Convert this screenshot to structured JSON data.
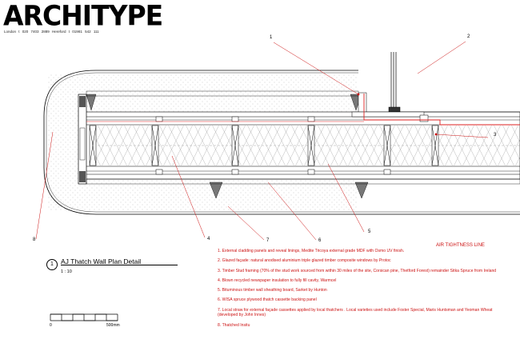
{
  "header": {
    "logo_text": "ARCHITYPE",
    "contact_line": "London  t  020 7403 2889     Hereford  t  01981 542 111"
  },
  "callouts": {
    "c1": "1",
    "c2": "2",
    "c3": "3",
    "c4": "4",
    "c5": "5",
    "c6": "6",
    "c7": "7",
    "c8": "8"
  },
  "air_tightness_label": "AIR TIGHTNESS LINE",
  "title_block": {
    "number": "1",
    "title": "AJ Thatch Wall Plan Detail",
    "scale": "1 : 10"
  },
  "scale_bar": {
    "start": "0",
    "end": "500mm"
  },
  "notes": [
    "1. External cladding panels and reveal linings, Medite Tricoya external grade MDF with Osmo UV finish.",
    "2. Glazed façade: natural anodised aluminium triple glazed timber composite windows by Protoc",
    "3. Timber Stud framing (70% of the stud work sourced from within 30 miles of the site, Corsican pine, Thetford Forest) remainder Sitka Spruce from Ireland",
    "4. Blown recycled newspaper insulation to fully fill cavity, Warmcel",
    "5. Bituminous timber wall sheathing board, Sarket by Hunton",
    "6. WISA spruce plywood thatch cassette backing panel",
    "7. Local straw for external façade cassettes applied by local thatchers . Local varieties used include Foster Special, Maris Huntsman and Yeoman Wheat (developed by John Innes)",
    "8. Thatched Insitu"
  ],
  "colors": {
    "annotation_red": "#cc1111",
    "line_black": "#000000",
    "air_line_red": "#dd2222"
  }
}
